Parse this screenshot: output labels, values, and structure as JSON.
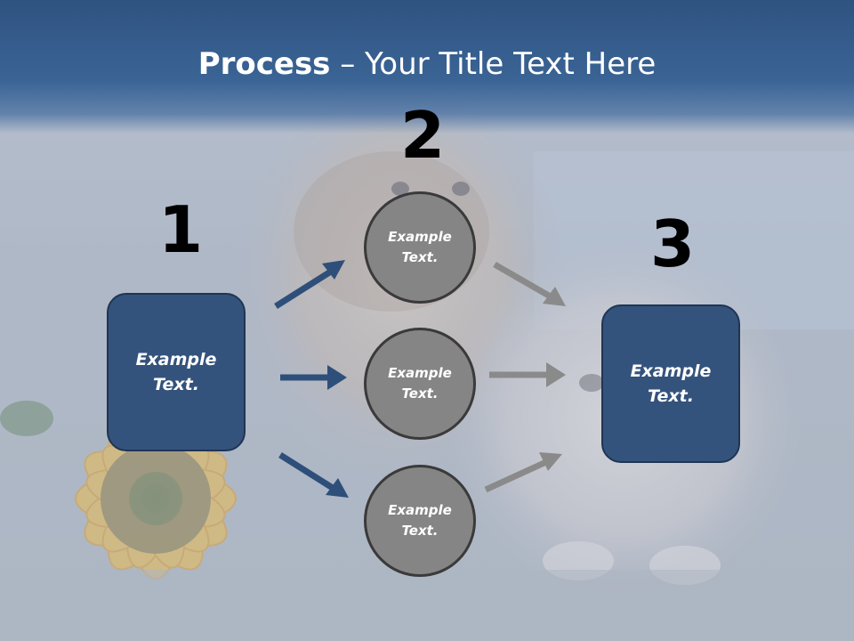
{
  "title": {
    "bold": "Process",
    "rest": " – Your Title Text Here"
  },
  "steps": [
    {
      "number": "1",
      "label": "Example\nText."
    },
    {
      "number": "2",
      "label": "Example\nText."
    },
    {
      "number": "3",
      "label": "Example\nText."
    }
  ],
  "middle_nodes": [
    {
      "label": "Example\nText."
    },
    {
      "label": "Example\nText."
    },
    {
      "label": "Example\nText."
    }
  ],
  "colors": {
    "title_bar": "#2f5381",
    "box_fill": "#34537c",
    "circle_fill": "#858585",
    "arrow_blue": "#2e4f7a",
    "arrow_gray": "#8a8a8a"
  }
}
